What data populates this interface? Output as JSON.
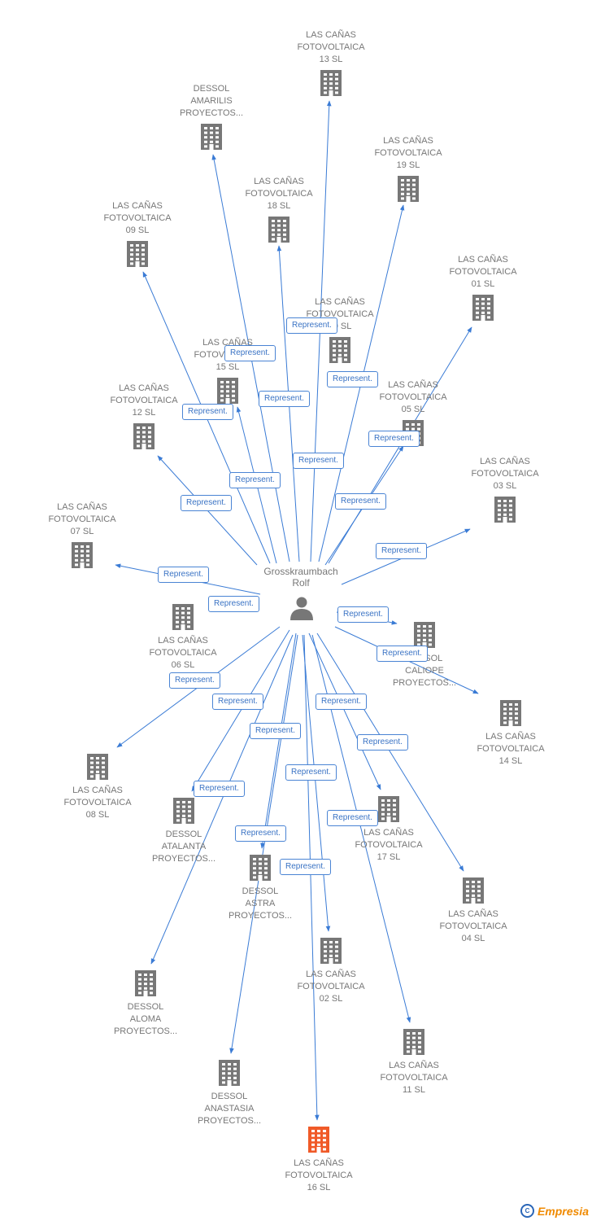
{
  "center": {
    "name_lines": [
      "Grosskraumbach",
      "Rolf"
    ],
    "icon": "person-icon"
  },
  "relation_label": "Represent.",
  "colors": {
    "node": "#777777",
    "highlight": "#f05a28",
    "line": "#3a7bd5"
  },
  "nodes": [
    {
      "id": "lcf13",
      "lines": [
        "LAS CAÑAS",
        "FOTOVOLTAICA",
        "13 SL"
      ],
      "highlight": false
    },
    {
      "id": "amarilis",
      "lines": [
        "DESSOL",
        "AMARILIS",
        "PROYECTOS..."
      ],
      "highlight": false
    },
    {
      "id": "lcf19",
      "lines": [
        "LAS CAÑAS",
        "FOTOVOLTAICA",
        "19 SL"
      ],
      "highlight": false
    },
    {
      "id": "lcf18",
      "lines": [
        "LAS CAÑAS",
        "FOTOVOLTAICA",
        "18 SL"
      ],
      "highlight": false
    },
    {
      "id": "lcf09",
      "lines": [
        "LAS CAÑAS",
        "FOTOVOLTAICA",
        "09 SL"
      ],
      "highlight": false
    },
    {
      "id": "lcf01",
      "lines": [
        "LAS CAÑAS",
        "FOTOVOLTAICA",
        "01 SL"
      ],
      "highlight": false
    },
    {
      "id": "lcf10",
      "lines": [
        "LAS CAÑAS",
        "FOTOVOLTAICA",
        "10 SL"
      ],
      "highlight": false
    },
    {
      "id": "lcf15",
      "lines": [
        "LAS CAÑAS",
        "FOTOVOLTAICA",
        "15 SL"
      ],
      "highlight": false
    },
    {
      "id": "lcf05",
      "lines": [
        "LAS CAÑAS",
        "FOTOVOLTAICA",
        "05 SL"
      ],
      "highlight": false
    },
    {
      "id": "lcf12",
      "lines": [
        "LAS CAÑAS",
        "FOTOVOLTAICA",
        "12 SL"
      ],
      "highlight": false
    },
    {
      "id": "lcf03",
      "lines": [
        "LAS CAÑAS",
        "FOTOVOLTAICA",
        "03 SL"
      ],
      "highlight": false
    },
    {
      "id": "lcf07",
      "lines": [
        "LAS CAÑAS",
        "FOTOVOLTAICA",
        "07 SL"
      ],
      "highlight": false
    },
    {
      "id": "lcf06",
      "lines": [
        "LAS CAÑAS",
        "FOTOVOLTAICA",
        "06 SL"
      ],
      "highlight": false
    },
    {
      "id": "caliope",
      "lines": [
        "DESSOL",
        "CALIOPE",
        "PROYECTOS..."
      ],
      "highlight": false
    },
    {
      "id": "lcf14",
      "lines": [
        "LAS CAÑAS",
        "FOTOVOLTAICA",
        "14 SL"
      ],
      "highlight": false
    },
    {
      "id": "lcf08",
      "lines": [
        "LAS CAÑAS",
        "FOTOVOLTAICA",
        "08 SL"
      ],
      "highlight": false
    },
    {
      "id": "atalanta",
      "lines": [
        "DESSOL",
        "ATALANTA",
        "PROYECTOS..."
      ],
      "highlight": false
    },
    {
      "id": "lcf17",
      "lines": [
        "LAS CAÑAS",
        "FOTOVOLTAICA",
        "17 SL"
      ],
      "highlight": false
    },
    {
      "id": "astra",
      "lines": [
        "DESSOL",
        "ASTRA",
        "PROYECTOS..."
      ],
      "highlight": false
    },
    {
      "id": "lcf04",
      "lines": [
        "LAS CAÑAS",
        "FOTOVOLTAICA",
        "04 SL"
      ],
      "highlight": false
    },
    {
      "id": "lcf02",
      "lines": [
        "LAS CAÑAS",
        "FOTOVOLTAICA",
        "02 SL"
      ],
      "highlight": false
    },
    {
      "id": "aloma",
      "lines": [
        "DESSOL",
        "ALOMA",
        "PROYECTOS..."
      ],
      "highlight": false
    },
    {
      "id": "lcf11",
      "lines": [
        "LAS CAÑAS",
        "FOTOVOLTAICA",
        "11 SL"
      ],
      "highlight": false
    },
    {
      "id": "anastasia",
      "lines": [
        "DESSOL",
        "ANASTASIA",
        "PROYECTOS..."
      ],
      "highlight": false
    },
    {
      "id": "lcf16",
      "lines": [
        "LAS CAÑAS",
        "FOTOVOLTAICA",
        "16 SL"
      ],
      "highlight": true
    }
  ],
  "footer": {
    "brand": "Empresia",
    "copyright_symbol": "C"
  }
}
